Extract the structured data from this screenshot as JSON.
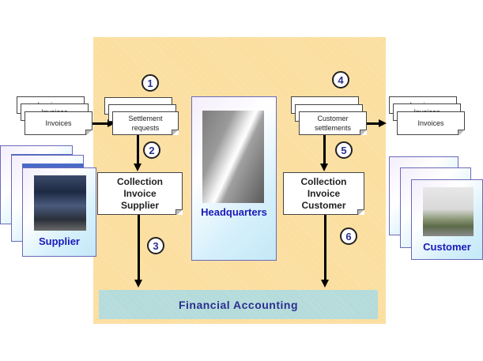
{
  "diagram": {
    "title_area": "Headquarters process",
    "steps": [
      "1",
      "2",
      "3",
      "4",
      "5",
      "6"
    ],
    "documents": {
      "supplier_invoices": {
        "label": "Invoices",
        "stack_count": 3
      },
      "settlement_requests": {
        "line1": "Settlement",
        "line2": "requests"
      },
      "customer_settlements": {
        "line1": "Customer",
        "line2": "settlements"
      },
      "customer_invoices": {
        "label": "Invoices",
        "stack_count": 3
      },
      "collection_supplier": {
        "line1": "Collection",
        "line2": "Invoice",
        "line3": "Supplier"
      },
      "collection_customer": {
        "line1": "Collection",
        "line2": "Invoice",
        "line3": "Customer"
      }
    },
    "entities": {
      "supplier": "Supplier",
      "headquarters": "Headquarters",
      "customer": "Customer"
    },
    "financial_accounting": "Financial Accounting",
    "colors": {
      "hq_background": "#fbd98f",
      "financial_accounting": "#a9d6d5",
      "step_number": "#2a2f8f",
      "entity_label": "#1a1ab8"
    }
  }
}
